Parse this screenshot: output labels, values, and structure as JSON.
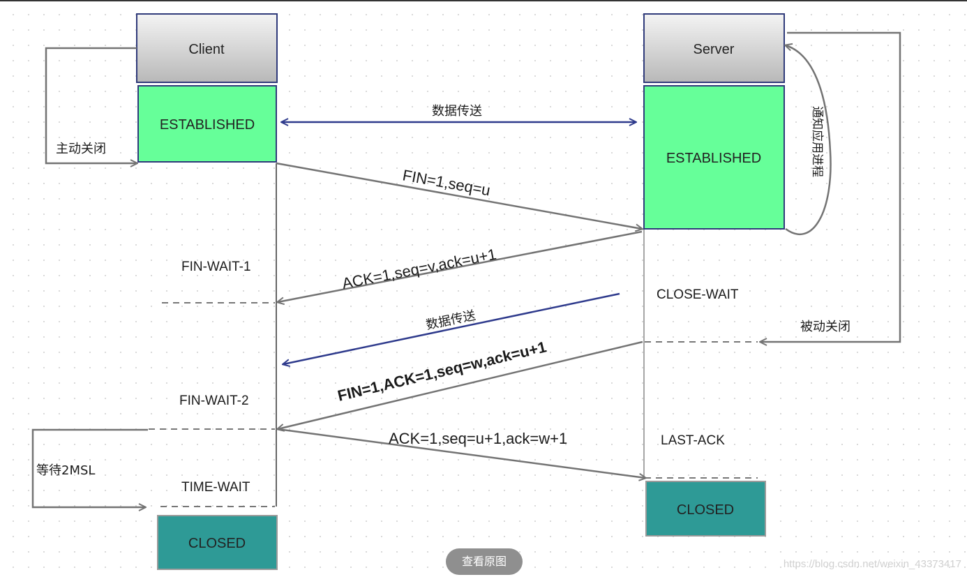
{
  "boxes": {
    "client": "Client",
    "server": "Server",
    "client_established": "ESTABLISHED",
    "server_established": "ESTABLISHED",
    "client_closed": "CLOSED",
    "server_closed": "CLOSED"
  },
  "client_states": {
    "fin_wait_1": "FIN-WAIT-1",
    "fin_wait_2": "FIN-WAIT-2",
    "time_wait": "TIME-WAIT"
  },
  "server_states": {
    "close_wait": "CLOSE-WAIT",
    "last_ack": "LAST-ACK"
  },
  "messages": {
    "data_transfer_top": "数据传送",
    "fin_1": "FIN=1,seq=u",
    "ack_1": "ACK=1,seq=v,ack=u+1",
    "data_transfer_mid": "数据传送",
    "fin_ack": "FIN=1,ACK=1,seq=w,ack=u+1",
    "ack_final": "ACK=1,seq=u+1,ack=w+1"
  },
  "side_labels": {
    "active_close": "主动关闭",
    "passive_close": "被动关闭",
    "notify_app": "通知应用进程",
    "wait_2msl": "等待2MSL"
  },
  "controls": {
    "view_original": "查看原图"
  },
  "watermark": "https://blog.csdn.net/weixin_43373417",
  "colors": {
    "header_gradient_top": "#f4f4f4",
    "header_gradient_bottom": "#b8b8b8",
    "established_fill": "#66ff99",
    "closed_fill": "#2e9a96",
    "box_border": "#2f3a7a",
    "gray_arrow": "#737373",
    "blue_arrow": "#2e3a8c"
  }
}
